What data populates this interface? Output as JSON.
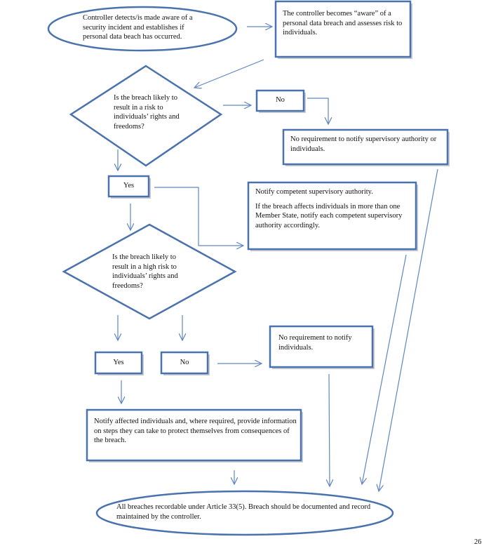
{
  "nodes": {
    "start": {
      "text": "Controller detects/is made aware of a security incident and establishes if personal data beach has occurred."
    },
    "aware": {
      "text": "The controller becomes “aware” of a personal data breach and assesses risk to individuals."
    },
    "q1": {
      "text": "Is the breach likely to result in a risk to individuals’ rights and freedoms?"
    },
    "no1": {
      "text": "No"
    },
    "no_req_both": {
      "text": "No requirement to notify supervisory authority or individuals."
    },
    "yes1": {
      "text": "Yes"
    },
    "notify_sa": {
      "line1": "Notify competent supervisory authority.",
      "line2": "If the breach affects individuals in more than one Member State, notify each competent supervisory authority accordingly."
    },
    "q2": {
      "text": "Is the breach likely to result in a high risk to individuals’ rights and freedoms?"
    },
    "yes2": {
      "text": "Yes"
    },
    "no2": {
      "text": "No"
    },
    "no_req_ind": {
      "text": "No requirement to notify individuals."
    },
    "notify_ind": {
      "text": "Notify affected individuals and, where required, provide information on steps they can take to protect themselves from consequences of the breach."
    },
    "end": {
      "text": "All breaches recordable under Article 33(5). Breach should be documented and record maintained by the controller."
    }
  },
  "page_number": "26"
}
